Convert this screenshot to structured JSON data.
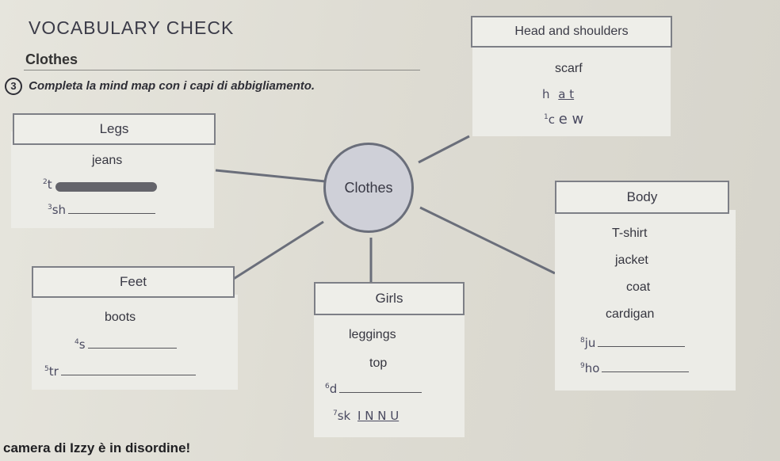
{
  "header": {
    "title": "VOCABULARY CHECK",
    "section": "Clothes",
    "exercise_number": "3",
    "instruction": "Completa la mind map con i capi di abbigliamento."
  },
  "center": {
    "label": "Clothes"
  },
  "head_shoulders": {
    "title": "Head and shoulders",
    "word1": "scarf",
    "item_h": {
      "prefix": "h",
      "answer": "a t"
    },
    "item_1": {
      "num": "1",
      "prefix": "c",
      "answer": "e w"
    }
  },
  "legs": {
    "title": "Legs",
    "word1": "jeans",
    "item_2": {
      "num": "2",
      "prefix": "t"
    },
    "item_3": {
      "num": "3",
      "prefix": "sh"
    }
  },
  "body": {
    "title": "Body",
    "words": [
      "T-shirt",
      "jacket",
      "coat",
      "cardigan"
    ],
    "item_8": {
      "num": "8",
      "prefix": "ju"
    },
    "item_9": {
      "num": "9",
      "prefix": "ho"
    }
  },
  "feet": {
    "title": "Feet",
    "word1": "boots",
    "item_4": {
      "num": "4",
      "prefix": "s"
    },
    "item_5": {
      "num": "5",
      "prefix": "tr"
    }
  },
  "girls": {
    "title": "Girls",
    "word1": "leggings",
    "word2": "top",
    "item_6": {
      "num": "6",
      "prefix": "d"
    },
    "item_7": {
      "num": "7",
      "prefix": "sk",
      "answer": "I N N U"
    }
  },
  "footer": {
    "text": "camera di Izzy è in disordine!"
  }
}
